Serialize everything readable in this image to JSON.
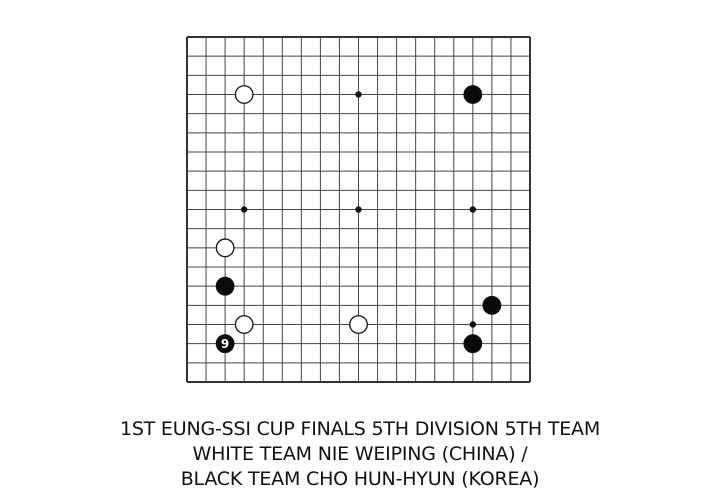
{
  "board": {
    "size": 19,
    "line_color": "#444444",
    "border_color": "#333333",
    "hoshi": [
      [
        3,
        3
      ],
      [
        3,
        9
      ],
      [
        3,
        15
      ],
      [
        9,
        3
      ],
      [
        9,
        9
      ],
      [
        9,
        15
      ],
      [
        15,
        3
      ],
      [
        15,
        9
      ],
      [
        15,
        15
      ]
    ],
    "stones": [
      {
        "color": "white",
        "col": 3,
        "row": 3
      },
      {
        "color": "black",
        "col": 15,
        "row": 3
      },
      {
        "color": "white",
        "col": 2,
        "row": 11
      },
      {
        "color": "black",
        "col": 2,
        "row": 13
      },
      {
        "color": "black",
        "col": 16,
        "row": 14
      },
      {
        "color": "white",
        "col": 3,
        "row": 15
      },
      {
        "color": "white",
        "col": 9,
        "row": 15
      },
      {
        "color": "black",
        "col": 15,
        "row": 16
      },
      {
        "color": "black",
        "col": 2,
        "row": 16,
        "label": "9"
      }
    ]
  },
  "caption": {
    "line1": "1ST EUNG-SSI CUP FINALS 5TH DIVISION 5TH TEAM",
    "line2": "WHITE TEAM NIE WEIPING (CHINA) /",
    "line3": "BLACK TEAM CHO HUN-HYUN (KOREA)"
  }
}
